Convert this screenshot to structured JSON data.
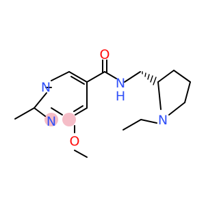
{
  "molecule": {
    "atoms": {
      "n_ring_top": {
        "symbol": "N"
      },
      "n_ring_bottom": {
        "symbol": "N"
      },
      "o_carbonyl": {
        "symbol": "O"
      },
      "n_amide": {
        "symbol": "N"
      },
      "h_amide": {
        "symbol": "H"
      },
      "o_methoxy": {
        "symbol": "O"
      },
      "n_pyrrolidine": {
        "symbol": "N"
      }
    },
    "colors": {
      "nitrogen": "#3050f8",
      "oxygen": "#ff0d0d",
      "bond": "#000000",
      "highlight": "#f3b1bd"
    }
  }
}
